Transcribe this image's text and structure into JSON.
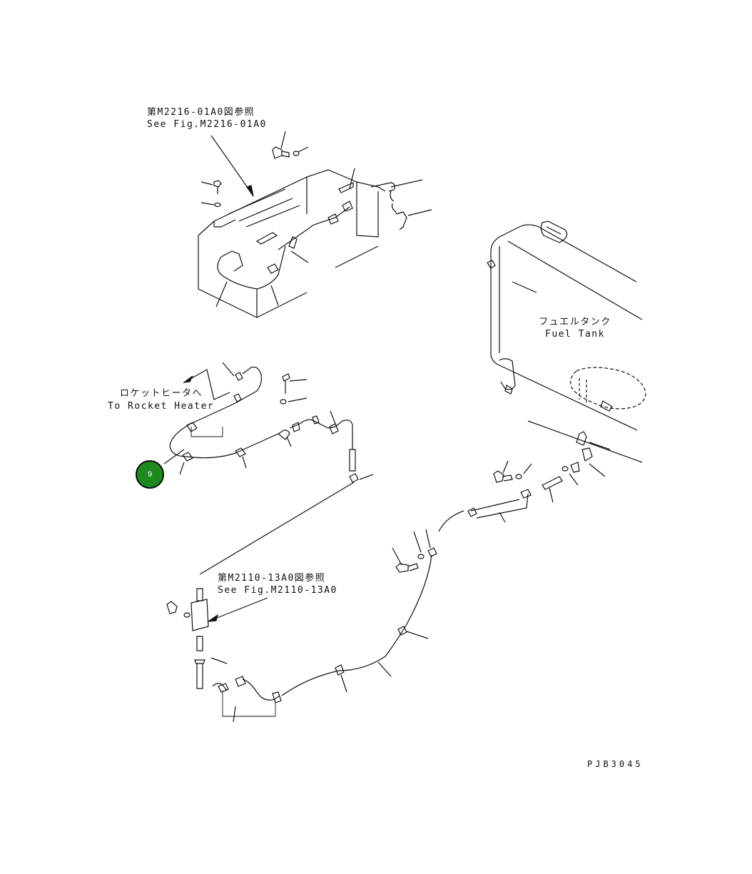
{
  "references": {
    "top": {
      "jp": "第M2216-01A0図参照",
      "en": "See Fig.M2216-01A0"
    },
    "bottom": {
      "jp": "第M2110-13A0図参照",
      "en": "See Fig.M2110-13A0"
    }
  },
  "rocket_heater": {
    "jp": "ロケットヒータへ",
    "en": "To Rocket Heater"
  },
  "fuel_tank": {
    "jp": "フュエルタンク",
    "en": "Fuel Tank"
  },
  "callout": {
    "number": "9",
    "color": "#1e8a1e"
  },
  "drawing_code": "PJB3045"
}
